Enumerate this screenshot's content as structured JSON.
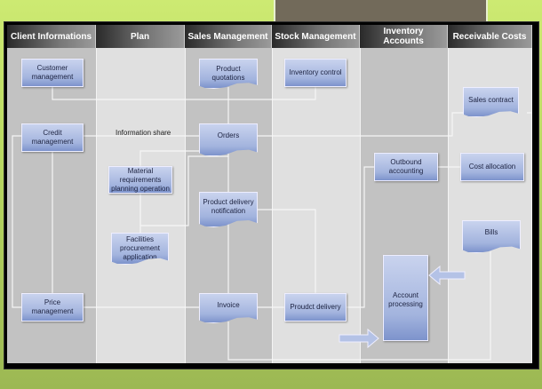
{
  "lanes": [
    "Client Informations",
    "Plan",
    "Sales Management",
    "Stock Management",
    "Inventory Accounts",
    "Receivable Costs"
  ],
  "nodes": {
    "customer_management": "Customer management",
    "product_quotations": "Product quotations",
    "inventory_control": "Inventory control",
    "sales_contract": "Sales contract",
    "credit_management": "Credit management",
    "orders": "Orders",
    "mrp": "Material requirements planning operation",
    "outbound_accounting": "Outbound accounting",
    "cost_allocation": "Cost allocation",
    "product_delivery_notification": "Product delivery notification",
    "facilities_procurement": "Facilities procurement application",
    "bills": "Bills",
    "account_processing": "Account processing",
    "price_management": "Price management",
    "invoice": "Invoice",
    "product_delivery": "Proudct delivery"
  },
  "labels": {
    "information_share": "Information share"
  },
  "colors": {
    "node": "#a3b4de",
    "header": "#2a2a2a",
    "background": "#b9d862"
  }
}
